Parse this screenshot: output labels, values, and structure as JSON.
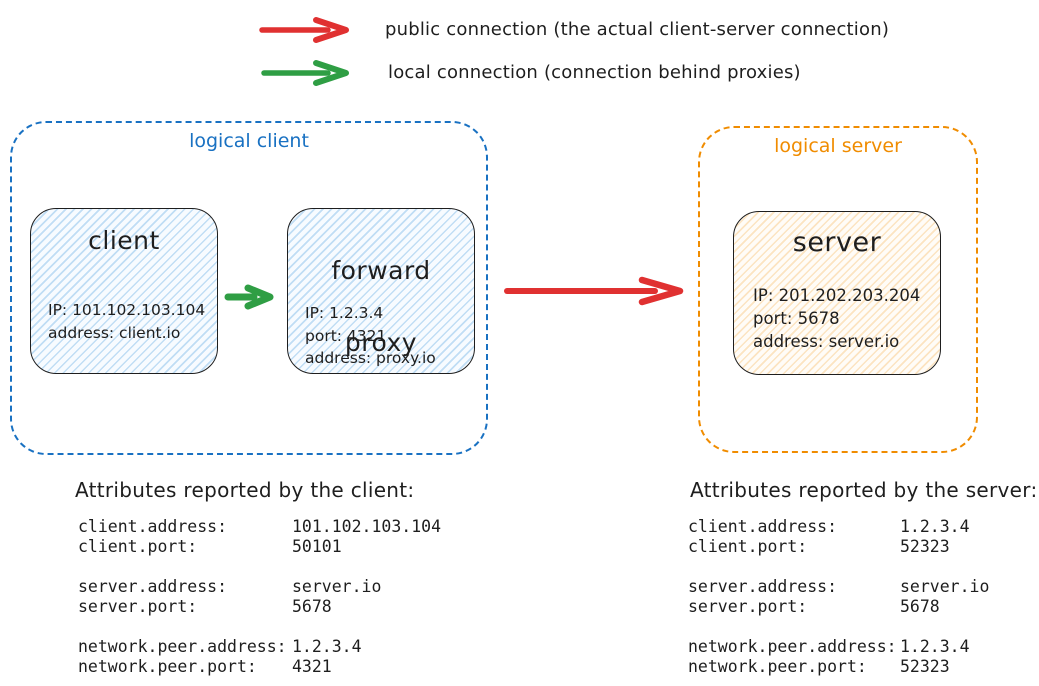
{
  "colors": {
    "red": "#e03131",
    "green": "#2f9e44",
    "blue": "#1971c2",
    "orange": "#f08c00",
    "ink": "#1e1e1e",
    "client_fill": "#d6ebfa",
    "server_fill": "#fae3cd"
  },
  "legend": {
    "public": {
      "label": "public connection (the actual client-server connection)"
    },
    "local": {
      "label": "local connection (connection behind proxies)"
    }
  },
  "diagram": {
    "logical_client": {
      "label": "logical client",
      "client_node": {
        "title": "client",
        "lines": [
          "IP: 101.102.103.104",
          "address: client.io"
        ]
      },
      "proxy_node": {
        "title_line1": "forward",
        "title_line2": "proxy",
        "lines": [
          "IP: 1.2.3.4",
          "port: 4321",
          "address: proxy.io"
        ]
      }
    },
    "logical_server": {
      "label": "logical server",
      "server_node": {
        "title": "server",
        "lines": [
          "IP: 201.202.203.204",
          "port: 5678",
          "address: server.io"
        ]
      }
    }
  },
  "attributes_client": {
    "title": "Attributes reported by the client:",
    "rows": [
      {
        "key": "client.address:",
        "value": "101.102.103.104"
      },
      {
        "key": "client.port:",
        "value": "50101"
      },
      {
        "key": "server.address:",
        "value": "server.io"
      },
      {
        "key": "server.port:",
        "value": "5678"
      },
      {
        "key": "network.peer.address:",
        "value": "1.2.3.4"
      },
      {
        "key": "network.peer.port:",
        "value": "4321"
      }
    ]
  },
  "attributes_server": {
    "title": "Attributes reported by the server:",
    "rows": [
      {
        "key": "client.address:",
        "value": "1.2.3.4"
      },
      {
        "key": "client.port:",
        "value": "52323"
      },
      {
        "key": "server.address:",
        "value": "server.io"
      },
      {
        "key": "server.port:",
        "value": "5678"
      },
      {
        "key": "network.peer.address:",
        "value": "1.2.3.4"
      },
      {
        "key": "network.peer.port:",
        "value": "52323"
      }
    ]
  }
}
